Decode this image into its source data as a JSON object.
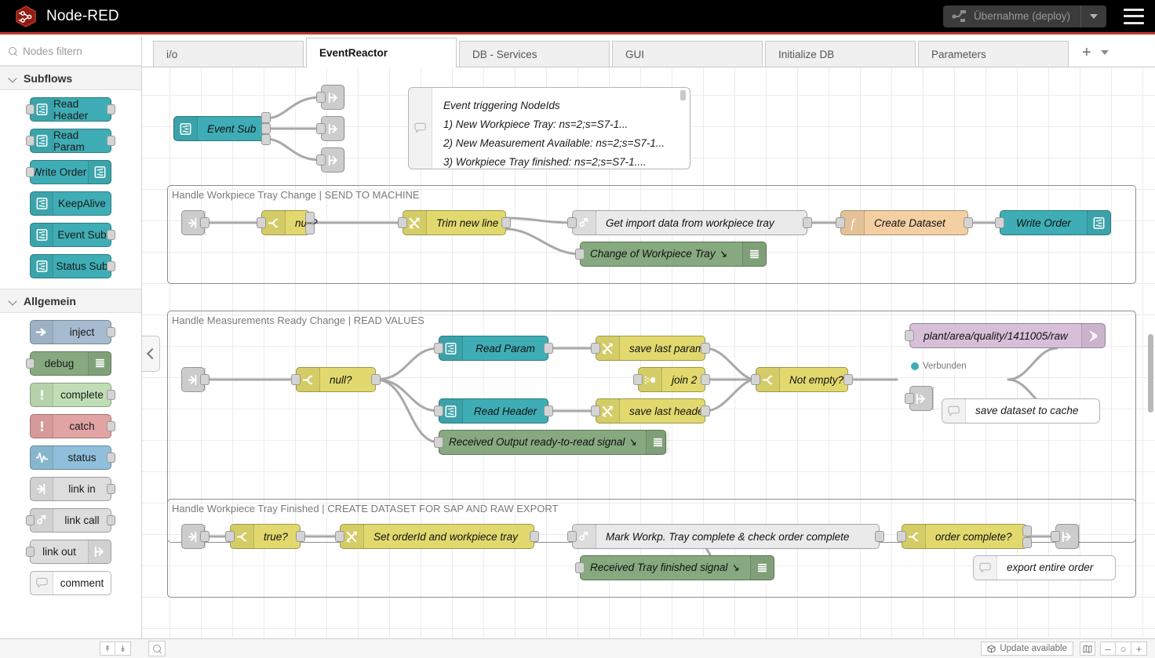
{
  "header": {
    "title": "Node-RED",
    "logo_icon": "node-red-logo-icon",
    "deploy_label": "Übernahme (deploy)",
    "deploy_icon": "deploy-icon",
    "deploy_caret_icon": "chevron-down-icon",
    "menu_icon": "hamburger-menu-icon"
  },
  "palette": {
    "search_placeholder": "Nodes filtern",
    "search_icon": "search-icon",
    "categories": [
      {
        "name": "Subflows",
        "chevron_icon": "chevron-down-icon",
        "nodes": [
          {
            "label": "Read Header",
            "icon": "subflow-icon",
            "color": "#3FADB5",
            "icon_side": "left",
            "in": true,
            "out": true
          },
          {
            "label": "Read Param",
            "icon": "subflow-icon",
            "color": "#3FADB5",
            "icon_side": "left",
            "in": true,
            "out": true
          },
          {
            "label": "Write Order",
            "icon": "subflow-icon",
            "color": "#3FADB5",
            "icon_side": "right",
            "in": true,
            "out": false
          },
          {
            "label": "KeepAlive",
            "icon": "subflow-icon",
            "color": "#3FADB5",
            "icon_side": "left",
            "in": false,
            "out": false
          },
          {
            "label": "Event Sub",
            "icon": "subflow-icon",
            "color": "#3FADB5",
            "icon_side": "left",
            "in": false,
            "out": true
          },
          {
            "label": "Status Sub",
            "icon": "subflow-icon",
            "color": "#3FADB5",
            "icon_side": "left",
            "in": false,
            "out": true
          }
        ]
      },
      {
        "name": "Allgemein",
        "chevron_icon": "chevron-down-icon",
        "nodes": [
          {
            "label": "inject",
            "icon": "inject-arrow-icon",
            "color": "#A6BBCF",
            "icon_side": "left",
            "in": false,
            "out": true
          },
          {
            "label": "debug",
            "icon": "debug-lines-icon",
            "color": "#87A980",
            "icon_side": "right",
            "in": true,
            "out": false
          },
          {
            "label": "complete",
            "icon": "exclamation-icon",
            "color": "#C0DEB5",
            "icon_side": "left",
            "in": false,
            "out": true
          },
          {
            "label": "catch",
            "icon": "exclamation-icon",
            "color": "#E2A3A4",
            "icon_side": "left",
            "in": false,
            "out": true
          },
          {
            "label": "status",
            "icon": "pulse-wave-icon",
            "color": "#8FBFDA",
            "icon_side": "left",
            "in": false,
            "out": true
          },
          {
            "label": "link in",
            "icon": "link-in-icon",
            "color": "#DDDDDD",
            "icon_side": "left",
            "in": false,
            "out": true
          },
          {
            "label": "link call",
            "icon": "link-call-icon",
            "color": "#DDDDDD",
            "icon_side": "left",
            "in": true,
            "out": true
          },
          {
            "label": "link out",
            "icon": "link-out-icon",
            "color": "#DDDDDD",
            "icon_side": "right",
            "in": true,
            "out": false
          },
          {
            "label": "comment",
            "icon": "comment-bubble-icon",
            "color": "#FFFFFF",
            "icon_side": "left",
            "in": false,
            "out": false
          }
        ]
      }
    ]
  },
  "tabs": {
    "items": [
      {
        "label": "i/o",
        "active": false
      },
      {
        "label": "EventReactor",
        "active": true
      },
      {
        "label": "DB - Services",
        "active": false
      },
      {
        "label": "GUI",
        "active": false
      },
      {
        "label": "Initialize DB",
        "active": false
      },
      {
        "label": "Parameters",
        "active": false
      }
    ],
    "add_icon": "plus-icon",
    "more_icon": "chevron-down-icon"
  },
  "canvas": {
    "collapse_icon": "chevron-left-icon",
    "event_sub_node": {
      "label": "Event Sub",
      "icon": "subflow-icon",
      "color": "#3FADB5"
    },
    "link_out_nodes": [
      {
        "label": "",
        "icon": "link-out-icon"
      },
      {
        "label": "",
        "icon": "link-out-icon"
      },
      {
        "label": "",
        "icon": "link-out-icon"
      }
    ],
    "comment_top": {
      "icon": "comment-bubble-icon",
      "lines": [
        "Event triggering NodeIds",
        "1) New Workpiece Tray: ns=2;s=S7-1...",
        "2) New Measurement Available: ns=2;s=S7-1...",
        "3) Workpiece Tray finished: ns=2;s=S7-1...."
      ]
    },
    "groups": [
      {
        "title": "Handle Workpiece Tray Change | SEND TO MACHINE",
        "nodes": [
          {
            "label": "",
            "icon": "link-in-icon",
            "color": "#D9D9D9"
          },
          {
            "label": "null?",
            "icon": "switch-icon",
            "color": "#E2D96E"
          },
          {
            "label": "Trim new line",
            "icon": "change-icon",
            "color": "#E2D96E"
          },
          {
            "label": "Get import data from workpiece tray",
            "icon": "link-call-icon",
            "color": "#EAEAEA"
          },
          {
            "label": "Create Dataset",
            "icon": "function-icon",
            "color": "#F3CFA2"
          },
          {
            "label": "Write Order",
            "icon": "subflow-icon",
            "color": "#3FADB5"
          },
          {
            "label": "Change of Workpiece Tray",
            "icon": "debug-lines-icon",
            "color": "#87A980"
          }
        ]
      },
      {
        "title": "Handle Measurements Ready Change | READ VALUES",
        "nodes": [
          {
            "label": "",
            "icon": "link-in-icon",
            "color": "#D9D9D9"
          },
          {
            "label": "null?",
            "icon": "switch-icon",
            "color": "#E2D96E"
          },
          {
            "label": "Read Param",
            "icon": "subflow-icon",
            "color": "#3FADB5"
          },
          {
            "label": "Read Header",
            "icon": "subflow-icon",
            "color": "#3FADB5"
          },
          {
            "label": "save last param",
            "icon": "change-icon",
            "color": "#E2D96E"
          },
          {
            "label": "save last header",
            "icon": "change-icon",
            "color": "#E2D96E"
          },
          {
            "label": "join 2",
            "icon": "join-icon",
            "color": "#E2D96E"
          },
          {
            "label": "Not empty?",
            "icon": "switch-icon",
            "color": "#E2D96E"
          },
          {
            "label": "plant/area/quality/1411005/raw",
            "icon": "mqtt-icon",
            "color": "#D8BFD8"
          },
          {
            "label": "Received Output ready-to-read signal",
            "icon": "debug-lines-icon",
            "color": "#87A980"
          },
          {
            "label": "",
            "icon": "link-out-icon",
            "color": "#D9D9D9"
          },
          {
            "label": "save dataset to cache",
            "icon": "comment-bubble-icon",
            "color": "#FFFFFF"
          }
        ],
        "mqtt_status": "Verbunden"
      },
      {
        "title": "Handle Workpiece Tray Finished | CREATE DATASET FOR SAP AND RAW EXPORT",
        "nodes": [
          {
            "label": "",
            "icon": "link-in-icon",
            "color": "#D9D9D9"
          },
          {
            "label": "true?",
            "icon": "switch-icon",
            "color": "#E2D96E"
          },
          {
            "label": "Set orderId and workpiece tray",
            "icon": "change-icon",
            "color": "#E2D96E"
          },
          {
            "label": "Mark Workp. Tray complete & check order complete",
            "icon": "link-call-icon",
            "color": "#EAEAEA"
          },
          {
            "label": "order complete?",
            "icon": "switch-icon",
            "color": "#E2D96E"
          },
          {
            "label": "",
            "icon": "link-out-icon",
            "color": "#D9D9D9"
          },
          {
            "label": "Received Tray finished signal",
            "icon": "debug-lines-icon",
            "color": "#87A980"
          },
          {
            "label": "export entire order",
            "icon": "comment-bubble-icon",
            "color": "#FFFFFF"
          }
        ]
      }
    ]
  },
  "footer": {
    "collapse_all_icon": "chevrons-up-icon",
    "expand_all_icon": "chevrons-down-icon",
    "search_icon": "search-icon",
    "update_label": "Update available",
    "update_icon": "package-icon",
    "map_icon": "navigator-map-icon",
    "zoom_out_icon": "minus-icon",
    "zoom_reset_icon": "circle-icon",
    "zoom_in_icon": "plus-icon"
  },
  "colors": {
    "brand_red": "#c0392b",
    "header_bg": "#000000",
    "subflow_teal": "#3FADB5",
    "switch_yellow": "#E2D96E",
    "debug_green": "#87A980",
    "function_orange": "#F3CFA2",
    "mqtt_purple": "#D8BFD8",
    "status_connected": "#3FADB5"
  }
}
